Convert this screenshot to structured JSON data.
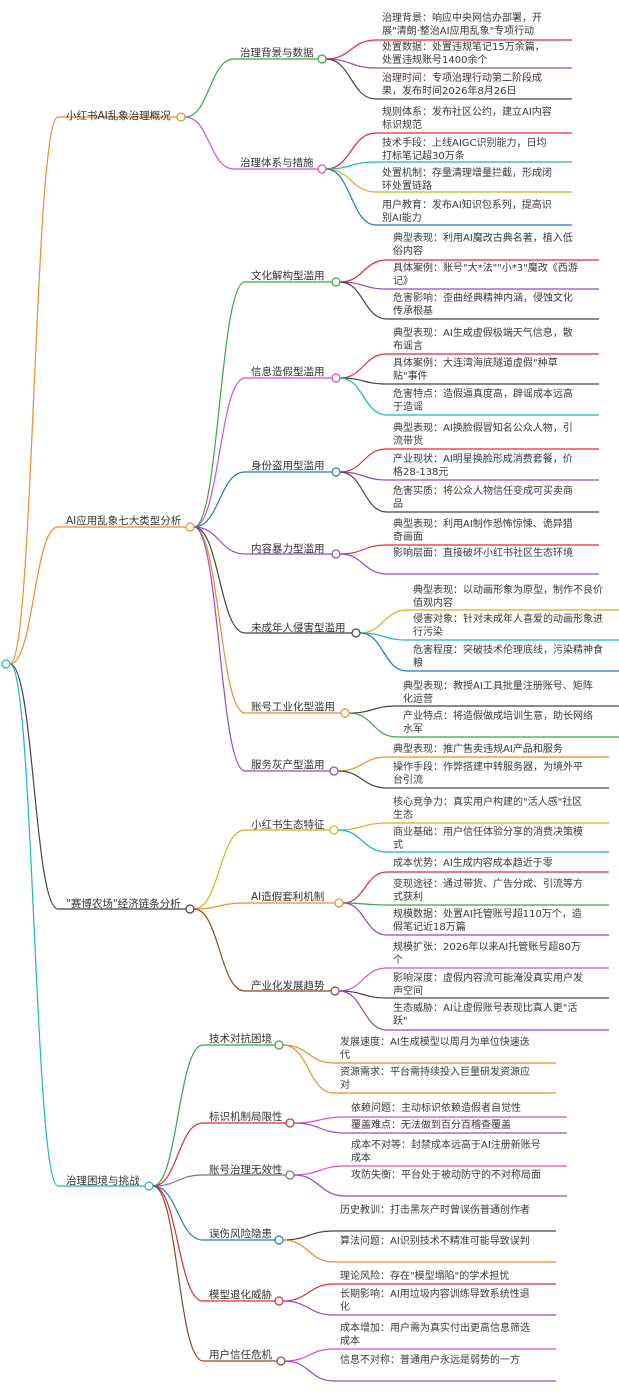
{
  "colors": {
    "orange": "#f08b2a",
    "green": "#3aa54a",
    "magenta": "#d64fc2",
    "red": "#e02a3d",
    "purple": "#8b4fc9",
    "dark": "#444444",
    "teal": "#1fb5c0",
    "blue": "#1f78c8",
    "olive": "#c8b81f",
    "gray": "#777777",
    "brown": "#8a4a2a"
  },
  "branches": [
    {
      "label": "小红书AI乱象治理概况",
      "children": [
        {
          "label": "治理背景与数据",
          "leaves": [
            "治理背景：响应中央网信办部署，开展\"清朗·整治AI应用乱象\"专项行动",
            "处置数据：处置违规笔记15万余篇，处置违规账号1400余个",
            "治理时间：专项治理行动第二阶段成果，发布时间2026年8月26日"
          ]
        },
        {
          "label": "治理体系与措施",
          "leaves": [
            "规则体系：发布社区公约，建立AI内容标识规范",
            "技术手段：上线AIGC识别能力，日均打标笔记超30万条",
            "处置机制：存量清理增量拦截，形成闭环处置链路",
            "用户教育：发布AI知识包系列，提高识别AI能力"
          ]
        }
      ]
    },
    {
      "label": "AI应用乱象七大类型分析",
      "children": [
        {
          "label": "文化解构型滥用",
          "leaves": [
            "典型表现：利用AI魔改古典名著，植入低俗内容",
            "具体案例：账号\"大*法\"\"小*3\"魔改《西游记》",
            "危害影响：歪曲经典精神内涵，侵蚀文化传承根基"
          ]
        },
        {
          "label": "信息造假型滥用",
          "leaves": [
            "典型表现：AI生成虚假极端天气信息，散布谣言",
            "具体案例：大连湾海底隧道虚假\"种草贴\"事件",
            "危害特点：造假逼真度高，辟谣成本远高于造谣"
          ]
        },
        {
          "label": "身份盗用型滥用",
          "leaves": [
            "典型表现：AI换脸假冒知名公众人物，引流带货",
            "产业现状：AI明星换脸形成消费套餐，价格28-138元",
            "危害实质：将公众人物信任变成可买卖商品"
          ]
        },
        {
          "label": "内容暴力型滥用",
          "leaves": [
            "典型表现：利用AI制作恐怖惊悚、诡异猎奇画面",
            "影响层面：直接破坏小红书社区生态环境"
          ]
        },
        {
          "label": "未成年人侵害型滥用",
          "leaves": [
            "典型表现：以动画形象为原型，制作不良价值观内容",
            "侵害对象：针对未成年人喜爱的动画形象进行污染",
            "危害程度：突破技术伦理底线，污染精神食粮"
          ]
        },
        {
          "label": "账号工业化型滥用",
          "leaves": [
            "典型表现：教授AI工具批量注册账号、矩阵化运营",
            "产业特点：将造假做成培训生意，助长网络水军"
          ]
        },
        {
          "label": "服务灰产型滥用",
          "leaves": [
            "典型表现：推广售卖违规AI产品和服务",
            "操作手段：作弊搭建中转服务器，为境外平台引流"
          ]
        }
      ]
    },
    {
      "label": "\"赛博农场\"经济链条分析",
      "children": [
        {
          "label": "小红书生态特征",
          "leaves": [
            "核心竞争力：真实用户构建的\"活人感\"社区生态",
            "商业基础：用户信任体验分享的消费决策模式"
          ]
        },
        {
          "label": "AI造假套利机制",
          "leaves": [
            "成本优势：AI生成内容成本趋近于零",
            "变现途径：通过带货、广告分成、引流等方式获利",
            "规模数据：处置AI托管账号超110万个，造假笔记近18万篇"
          ]
        },
        {
          "label": "产业化发展趋势",
          "leaves": [
            "规模扩张：2026年以来AI托管账号超80万个",
            "影响深度：虚假内容流可能淹没真实用户发声空间",
            "生态威胁：AI让虚假账号表现比真人更\"活跃\""
          ]
        }
      ]
    },
    {
      "label": "治理困境与挑战",
      "children": [
        {
          "label": "技术对抗困境",
          "leaves": [
            "发展速度：AI生成模型以周月为单位快速迭代",
            "资源需求：平台需持续投入巨量研发资源应对"
          ]
        },
        {
          "label": "标识机制局限性",
          "leaves": [
            "依赖问题：主动标识依赖造假者自觉性",
            "覆盖难点：无法做到百分百稽查覆盖"
          ]
        },
        {
          "label": "账号治理无效性",
          "leaves": [
            "成本不对等：封禁成本远高于AI注册新账号成本",
            "攻防失衡：平台处于被动防守的不对称局面"
          ]
        },
        {
          "label": "误伤风险隐患",
          "leaves": [
            "历史教训：打击黑灰产时曾误伤普通创作者",
            "算法问题：AI识别技术不精准可能导致误判"
          ]
        },
        {
          "label": "模型退化威胁",
          "leaves": [
            "理论风险：存在\"模型塌陷\"的学术担忧",
            "长期影响：AI用垃圾内容训练导致系统性退化"
          ]
        },
        {
          "label": "用户信任危机",
          "leaves": [
            "成本增加：用户需为真实付出更高信息筛选成本",
            "信息不对称：普通用户永远是弱势的一方"
          ]
        }
      ]
    }
  ]
}
